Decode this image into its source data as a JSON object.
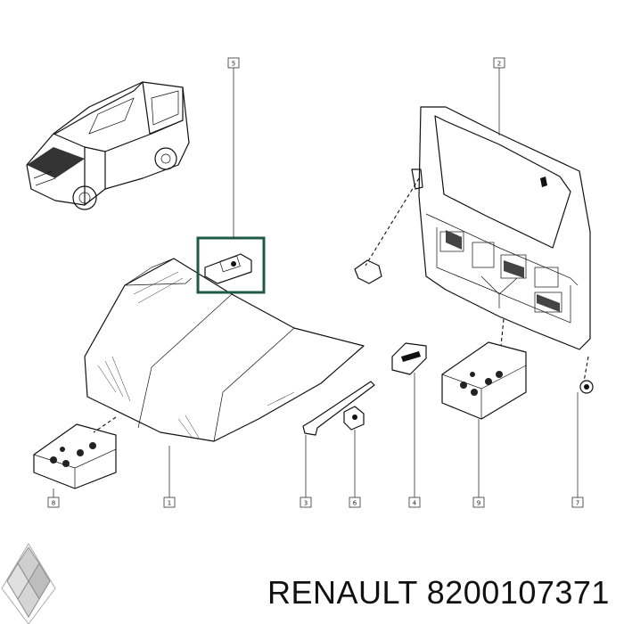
{
  "callouts": [
    "1",
    "2",
    "3",
    "4",
    "5",
    "6",
    "7",
    "8",
    "9"
  ],
  "footer": {
    "brand": "RENAULT",
    "part_number": "8200107371",
    "logo": "renault-diamond-logo"
  },
  "colors": {
    "ink": "#111111",
    "highlight_box": "#1f5a47"
  }
}
